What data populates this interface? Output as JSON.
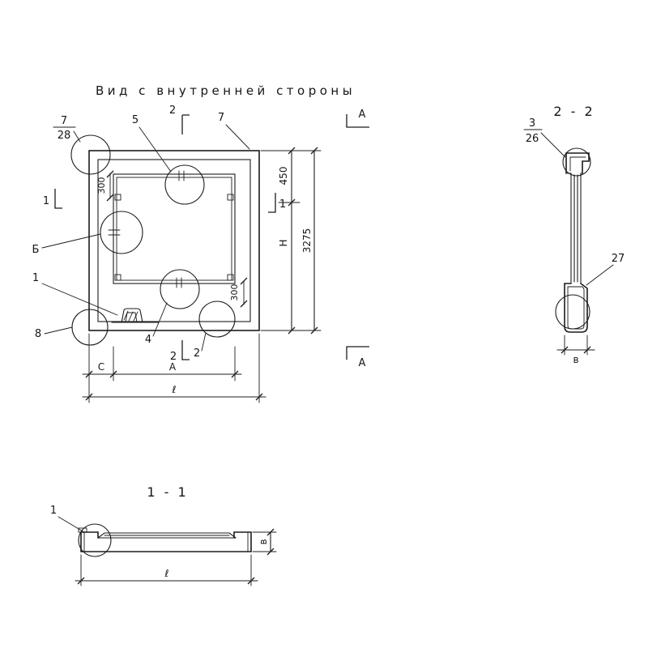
{
  "title": "Вид с внутренней стороны",
  "plan": {
    "frac7_num": "7",
    "frac7_den": "28",
    "label_5": "5",
    "label_7": "7",
    "label_b": "Б",
    "label_1": "1",
    "label_8": "8",
    "label_4": "4",
    "sec2_top": "2",
    "sec2_bottom": "2",
    "label_2_leader": "2",
    "sec1_left": "1",
    "sec1_right": "1",
    "secA_top": "А",
    "secA_bottom": "А",
    "dim_450": "450",
    "dim_H": "Н",
    "dim_3275": "3275",
    "dim_300_a": "300",
    "dim_300_b": "300",
    "dim_C": "С",
    "dim_A": "А",
    "dim_L": "ℓ"
  },
  "sec22": {
    "title": "2 - 2",
    "frac3_num": "3",
    "frac3_den": "26",
    "label_27": "27",
    "dim_b": "в"
  },
  "sec11": {
    "title": "1 - 1",
    "label_1": "1",
    "dim_L": "ℓ",
    "dim_b": "в"
  }
}
